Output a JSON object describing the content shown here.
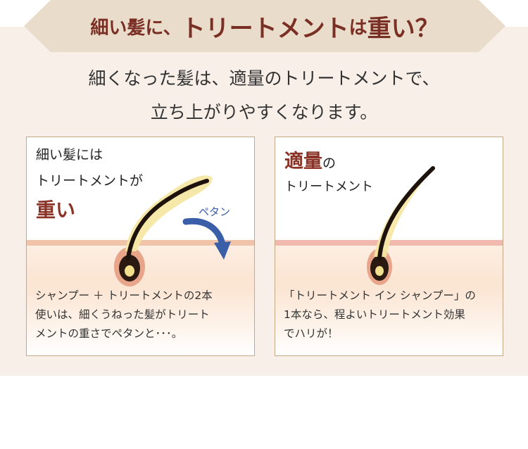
{
  "banner": {
    "title_part1": "細い髪に、",
    "title_part2": "トリートメント",
    "title_part3": "は",
    "title_part4": "重い？"
  },
  "intro": {
    "line1": "細くなった髪は、適量のトリートメントで、",
    "line2": "立ち上がりやすくなります。"
  },
  "left_card": {
    "heading_line1": "細い髪には",
    "heading_line2": "トリートメントが",
    "heading_emphasis": "重い",
    "arrow_label": "ペタン",
    "caption_line1": "シャンプー ＋ トリートメントの2本",
    "caption_line2": "使いは、細くうねった髪がトリート",
    "caption_line3": "メントの重さでペタンと･･･。"
  },
  "right_card": {
    "heading_emphasis": "適量",
    "heading_suffix": "の",
    "heading_line2": "トリートメント",
    "caption_line1": "「トリートメント イン シャンプー」の",
    "caption_line2": "1本なら、程よいトリートメント効果",
    "caption_line3": "でハリが！"
  },
  "colors": {
    "background_panel": "#f8efe8",
    "banner_fill": "#eadccb",
    "title_red": "#7a2f24",
    "card_border": "#c4a986",
    "skin_band": "#f1c4a9",
    "arrow_blue": "#3a5ea8",
    "treatment_yellow": "#f6e7a3"
  }
}
